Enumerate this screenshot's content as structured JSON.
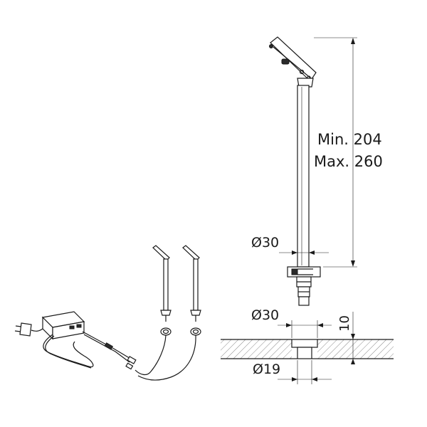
{
  "dimensions": {
    "height_min": "Min. 204",
    "height_max": "Max. 260",
    "diameter_tube": "Ø30",
    "diameter_flange": "Ø30",
    "diameter_hole": "Ø19",
    "depth": "10"
  }
}
